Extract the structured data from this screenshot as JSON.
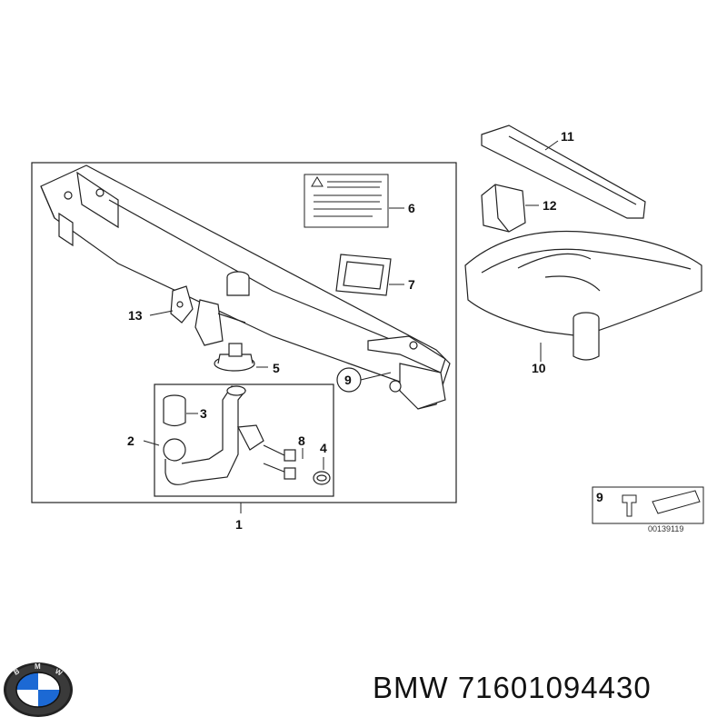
{
  "diagram": {
    "callouts": {
      "c1": "1",
      "c2": "2",
      "c3": "3",
      "c4": "4",
      "c5": "5",
      "c6": "6",
      "c7": "7",
      "c8": "8",
      "c9": "9",
      "c10": "10",
      "c11": "11",
      "c12": "12",
      "c13": "13"
    },
    "legend_box": {
      "number": "9",
      "code": "00139119"
    }
  },
  "footer": {
    "brand": "BMW",
    "part_number": "71601094430",
    "caption": "BMW 71601094430"
  },
  "logo": {
    "lettering": "BMW",
    "colors": {
      "blue": "#1c69d4",
      "white": "#ffffff",
      "ring": "#222222"
    }
  }
}
